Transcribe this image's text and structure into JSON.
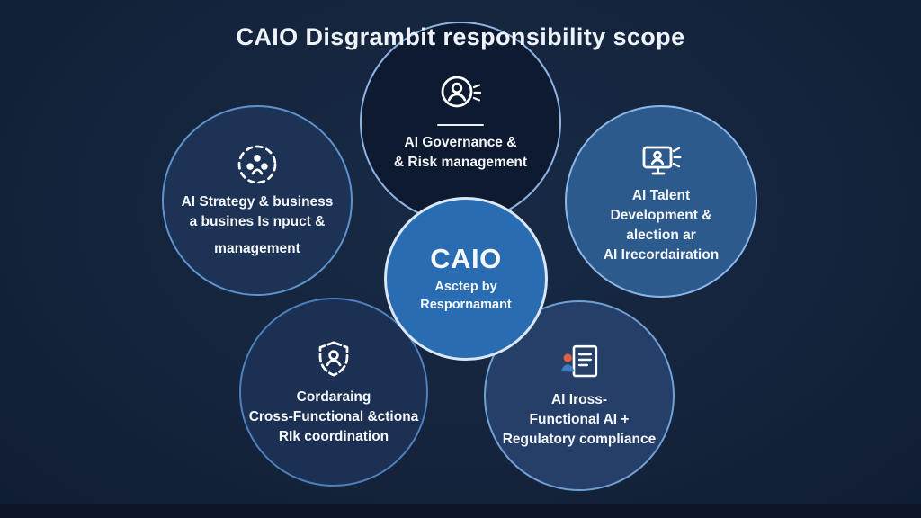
{
  "title": "CAIO Disgrambit responsibility scope",
  "center": {
    "heading": "CAIO",
    "lines": [
      "Asctep by",
      "Respornamant"
    ]
  },
  "nodes": {
    "governance": {
      "icon": "award-badge-icon",
      "lines": [
        "AI Governance &",
        "& Risk management"
      ]
    },
    "strategy": {
      "icon": "team-circle-icon",
      "lines": [
        "AI Strategy & business",
        "a busines Is npuct &",
        "management"
      ]
    },
    "talent": {
      "icon": "monitor-person-icon",
      "lines": [
        "AI Talent",
        "Development &",
        "alection ar",
        "AI Irecordairation"
      ]
    },
    "coordination": {
      "icon": "shield-person-icon",
      "lines": [
        "Cordaraing",
        "Cross-Functional &ctiona",
        "RIk coordination"
      ]
    },
    "compliance": {
      "icon": "person-document-icon",
      "lines": [
        "AI Iross-",
        "Functional AI +",
        "Regulatory compliance"
      ]
    }
  },
  "colors": {
    "background": "#15243c",
    "center_circle": "#2a6cb2",
    "top_circle": "#0d1a30",
    "left_circle": "#1d3356",
    "right_circle": "#2d5a8c",
    "bottom_left_circle": "#1c3053",
    "bottom_right_circle": "#263f68",
    "text": "#f2f6fb",
    "person_head_accent": "#e2603f",
    "person_body_accent": "#3f7fc1"
  }
}
